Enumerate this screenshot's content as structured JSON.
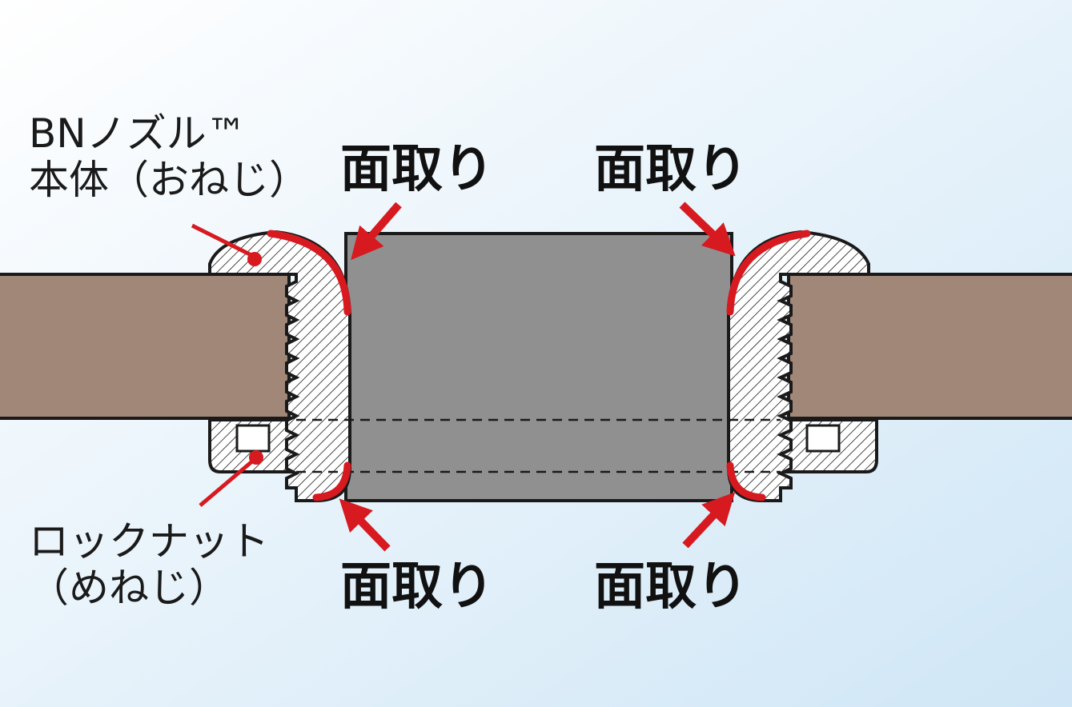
{
  "labels": {
    "nozzle_body_line1": "BNノズル™",
    "nozzle_body_line2": "本体（おねじ）",
    "lock_nut_line1": "ロックナット",
    "lock_nut_line2": "（めねじ）",
    "chamfer": "面取り"
  },
  "colors": {
    "background_start": "#ffffff",
    "background_end": "#cfe6f6",
    "plate": "#a08778",
    "bore": "#909090",
    "hatch_fill": "#ffffff",
    "hatch_line": "#1a1a1a",
    "outline": "#1a1a1a",
    "chamfer_highlight": "#d71920",
    "nut_window": "#ffffff"
  }
}
